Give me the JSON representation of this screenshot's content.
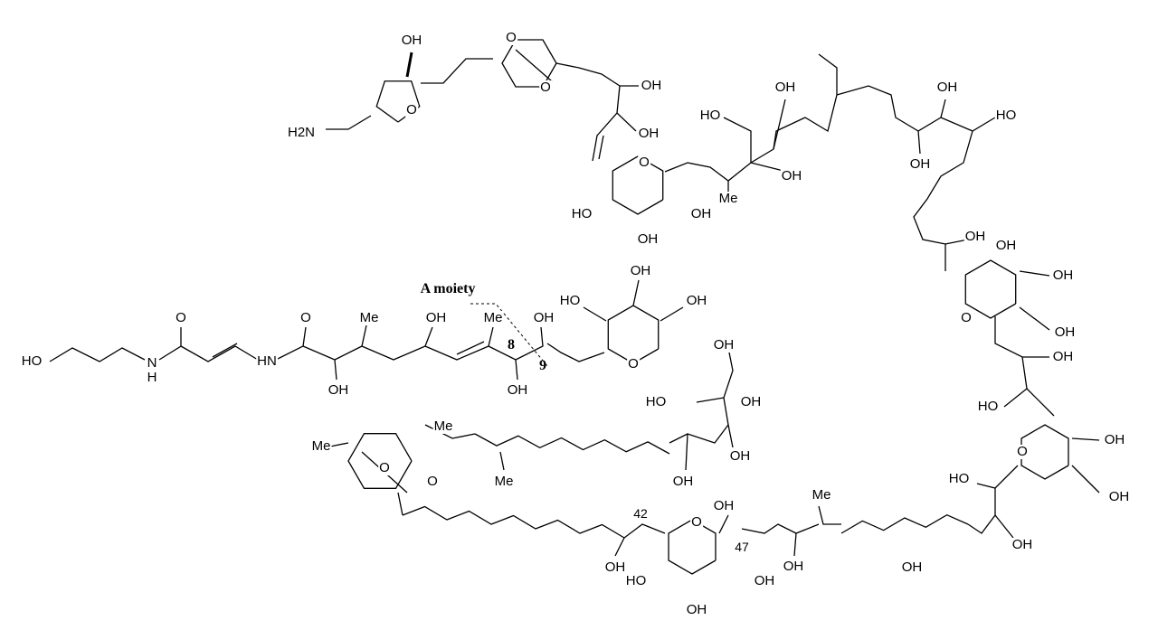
{
  "diagram": {
    "title_annotation": "A moiety",
    "position_labels": [
      "8",
      "9",
      "42",
      "47"
    ],
    "atom_labels": [
      "OH",
      "O",
      "H2N",
      "O",
      "O",
      "OH",
      "OH",
      "O",
      "HO",
      "OH",
      "OH",
      "Me",
      "HO",
      "OH",
      "OH",
      "OH",
      "HO",
      "OH",
      "OH",
      "OH",
      "OH",
      "O",
      "OH",
      "OH",
      "HO",
      "O",
      "OH",
      "OH",
      "HO",
      "OH",
      "HO",
      "N",
      "H",
      "O",
      "HN",
      "O",
      "Me",
      "OH",
      "Me",
      "OH",
      "OH",
      "OH",
      "HO",
      "OH",
      "OH",
      "O",
      "OH",
      "HO",
      "OH",
      "OH",
      "OH",
      "Me",
      "Me",
      "O",
      "O",
      "Me",
      "O",
      "OH",
      "OH",
      "HO",
      "OH",
      "OH",
      "OH",
      "Me",
      "OH"
    ]
  }
}
